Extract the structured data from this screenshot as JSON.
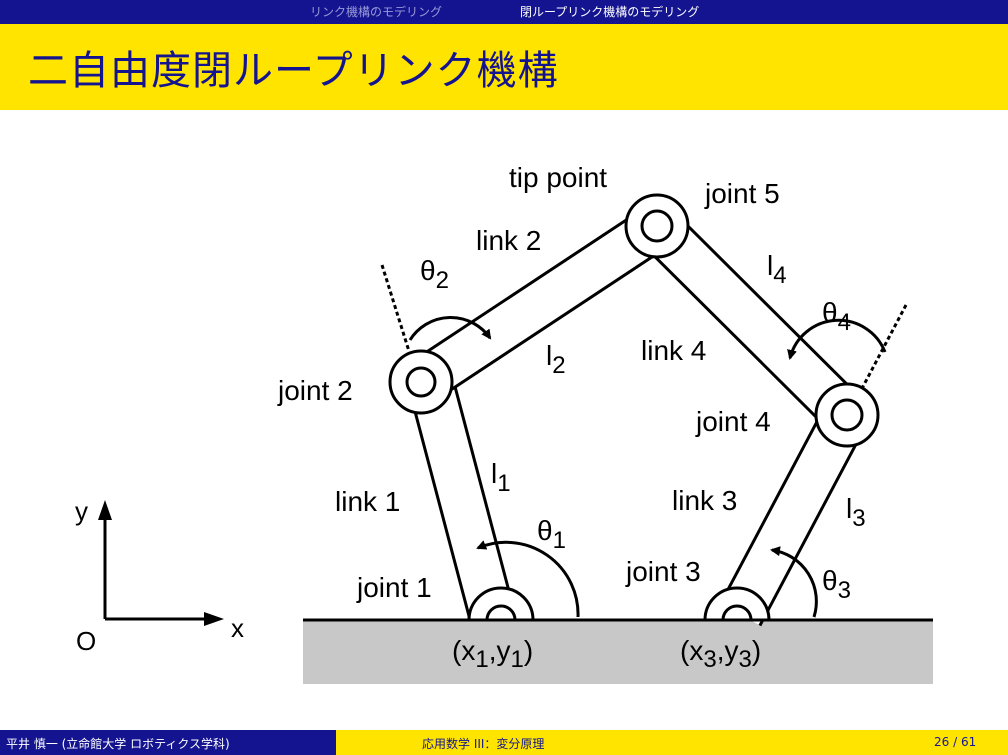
{
  "nav": {
    "section": "リンク機構のモデリング",
    "subsection": "閉ループリンク機構のモデリング"
  },
  "slide": {
    "title": "二自由度閉ループリンク機構"
  },
  "diagram": {
    "tip_point": "tip point",
    "joint1": "joint 1",
    "joint2": "joint 2",
    "joint3": "joint 3",
    "joint4": "joint 4",
    "joint5": "joint 5",
    "link1": "link 1",
    "link2": "link 2",
    "link3": "link 3",
    "link4": "link 4",
    "l1": {
      "base": "l",
      "sub": "1"
    },
    "l2": {
      "base": "l",
      "sub": "2"
    },
    "l3": {
      "base": "l",
      "sub": "3"
    },
    "l4": {
      "base": "l",
      "sub": "4"
    },
    "theta1": {
      "base": "θ",
      "sub": "1"
    },
    "theta2": {
      "base": "θ",
      "sub": "2"
    },
    "theta3": {
      "base": "θ",
      "sub": "3"
    },
    "theta4": {
      "base": "θ",
      "sub": "4"
    },
    "base1": {
      "open": "(x",
      "s1": "1",
      "mid": ",y",
      "s2": "1",
      "close": ")"
    },
    "base3": {
      "open": "(x",
      "s1": "3",
      "mid": ",y",
      "s2": "3",
      "close": ")"
    },
    "axis_x": "x",
    "axis_y": "y",
    "origin": "O"
  },
  "footer": {
    "author": "平井 慎一 (立命館大学 ロボティクス学科)",
    "course": "応用数学 III：変分原理",
    "page": "26 / 61"
  },
  "colors": {
    "nav_bg": "#141490",
    "title_bg": "#ffe400",
    "title_text": "#141490",
    "ground": "#c8c8c8"
  }
}
